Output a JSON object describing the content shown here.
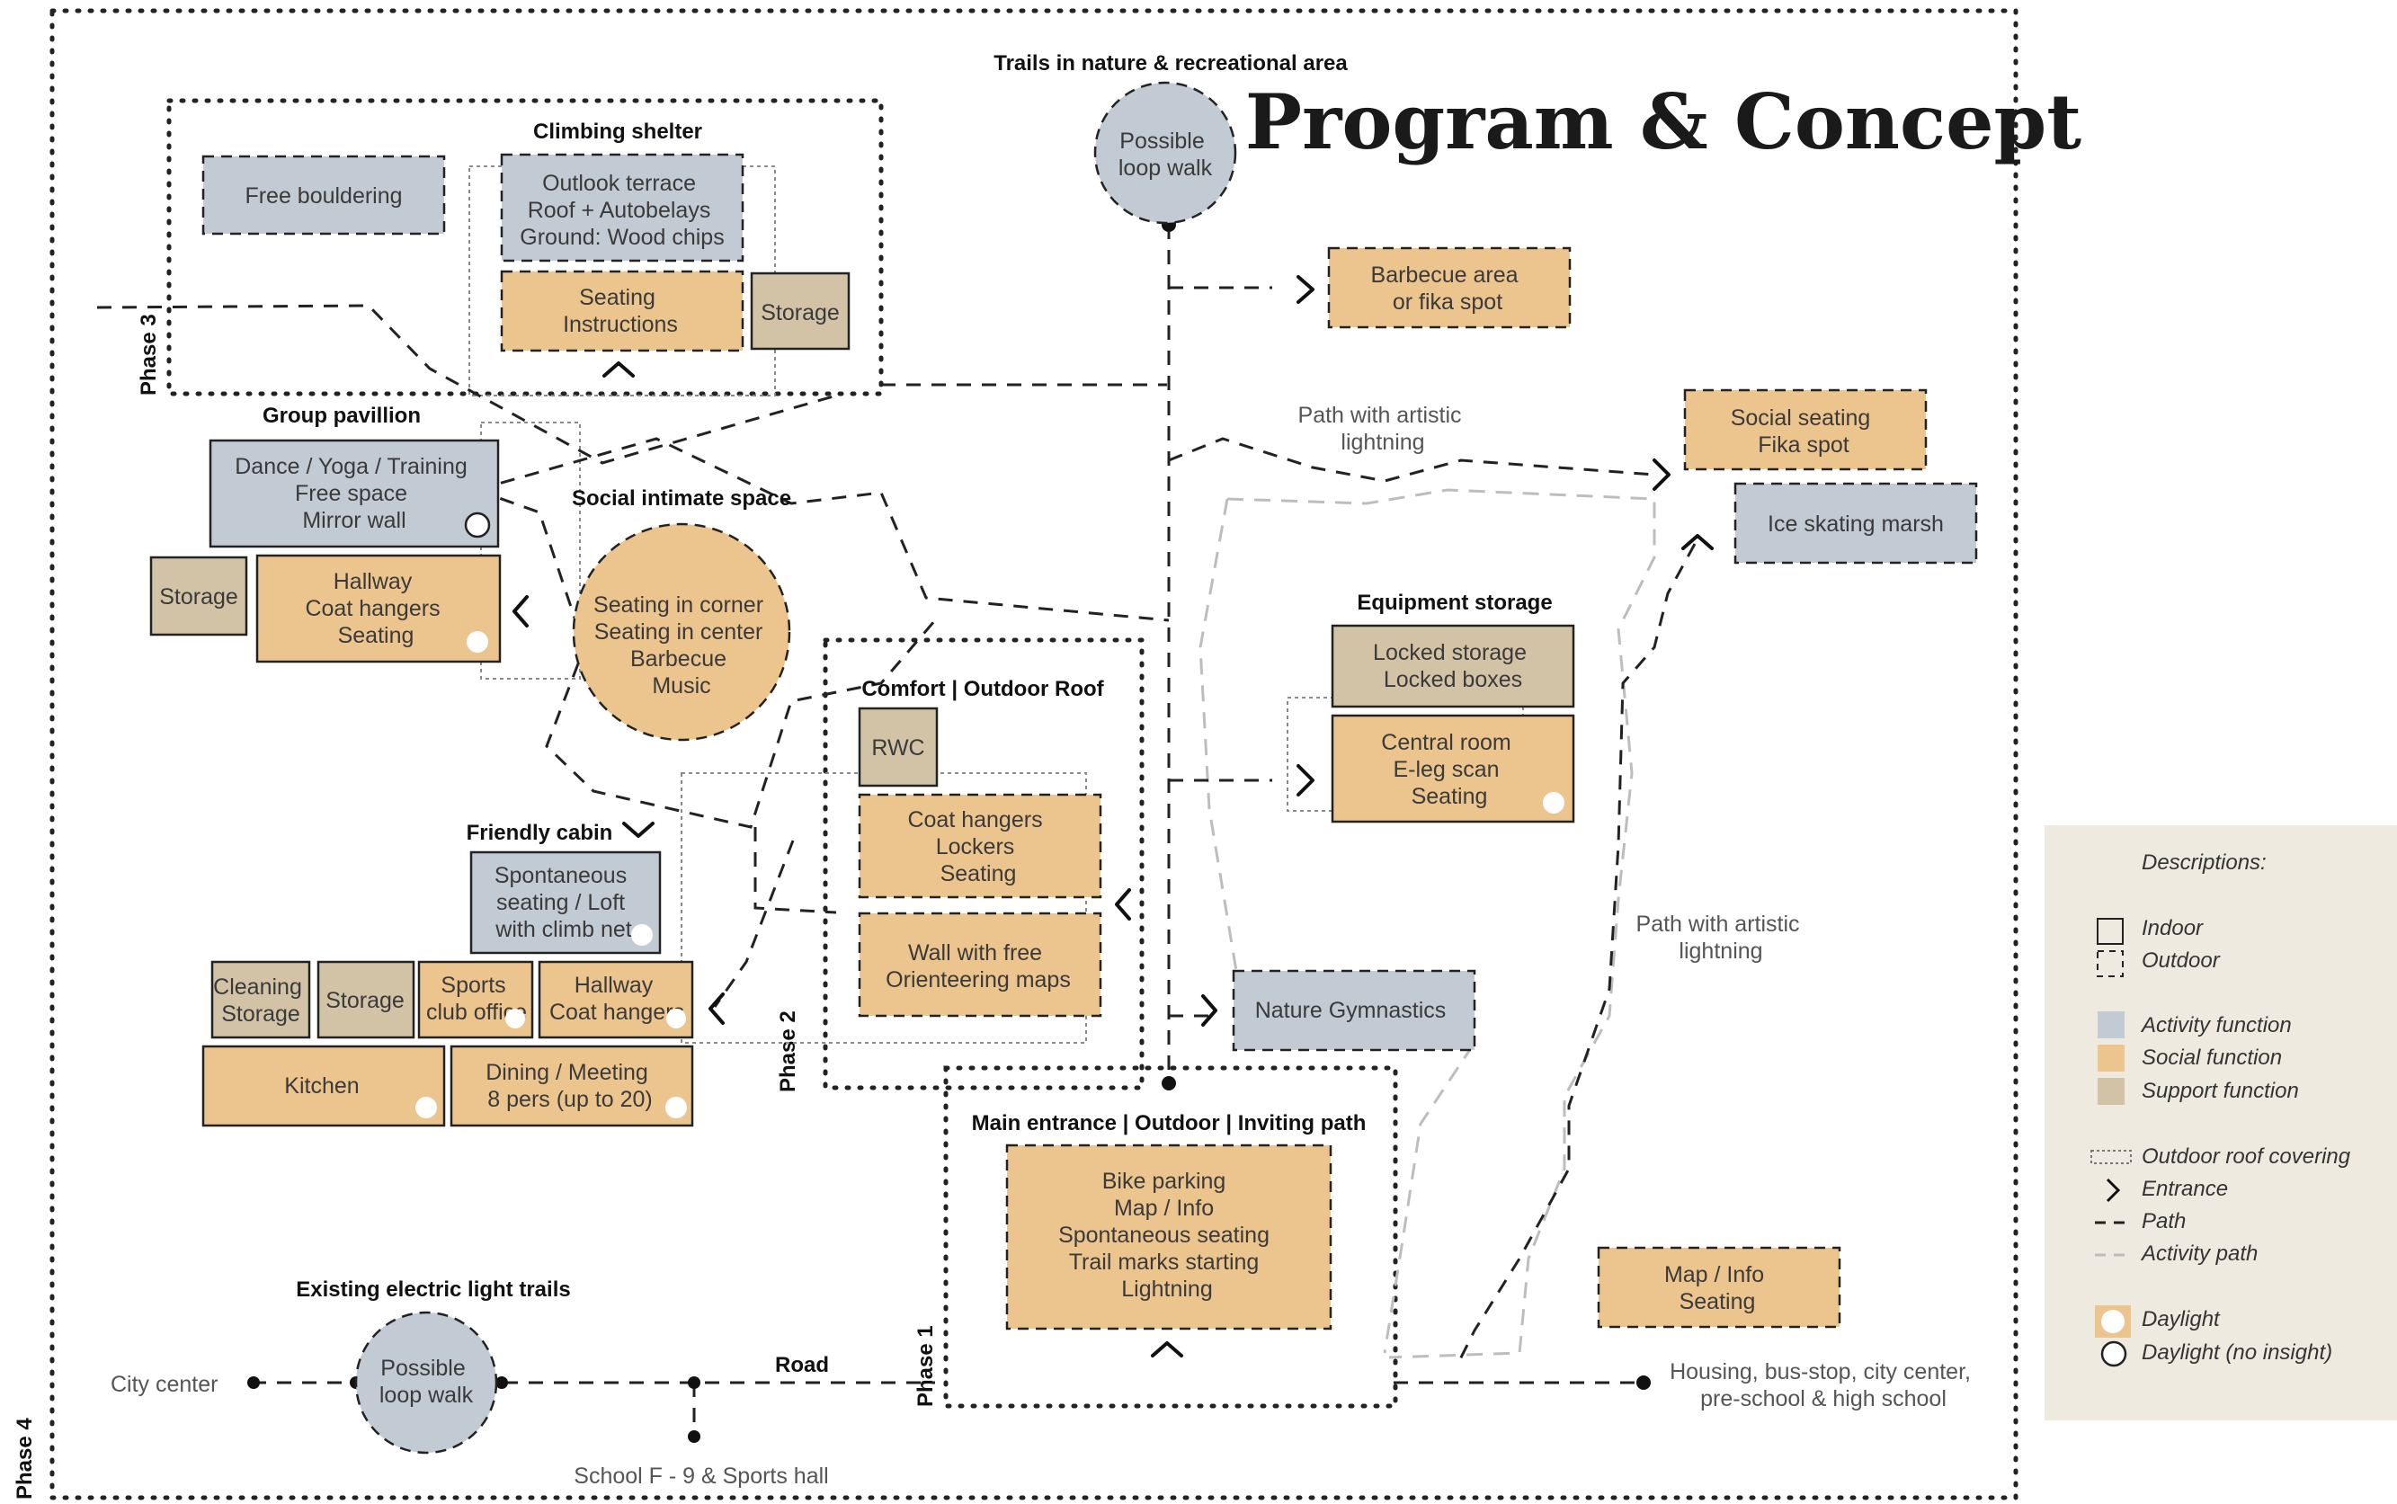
{
  "title": "Program & Concept",
  "colors": {
    "activity": "#c2cbd3",
    "social": "#ecc48d",
    "support": "#d3c3a6",
    "legend_bg": "#efeadf",
    "line": "#222222"
  },
  "phases": {
    "p1": "Phase 1",
    "p2": "Phase 2",
    "p3": "Phase 3",
    "p4": "Phase 4"
  },
  "sections": {
    "trails": "Trails in nature & recreational area",
    "climbing": "Climbing shelter",
    "group": "Group pavillion",
    "social_space": "Social intimate space",
    "comfort": "Comfort | Outdoor Roof",
    "friendly": "Friendly cabin",
    "equipment": "Equipment storage",
    "main_entrance": "Main entrance | Outdoor | Inviting path",
    "light_trails": "Existing electric light trails"
  },
  "boxes": {
    "free_bouldering": [
      "Free bouldering"
    ],
    "outlook": [
      "Outlook terrace",
      "Roof + Autobelays",
      "Ground: Wood chips"
    ],
    "seating_instr": [
      "Seating",
      "Instructions"
    ],
    "storage_climb": [
      "Storage"
    ],
    "loop_top": [
      "Possible",
      "loop walk"
    ],
    "barbecue": [
      "Barbecue area",
      "or fika spot"
    ],
    "social_seating": [
      "Social seating",
      "Fika spot"
    ],
    "ice_skating": [
      "Ice skating marsh"
    ],
    "dance": [
      "Dance / Yoga / Training",
      "Free space",
      "Mirror wall"
    ],
    "storage_group": [
      "Storage"
    ],
    "hallway_group": [
      "Hallway",
      "Coat hangers",
      "Seating"
    ],
    "social_circle": [
      "Seating in corner",
      "Seating in center",
      "Barbecue",
      "Music"
    ],
    "rwc": [
      "RWC"
    ],
    "coat_lockers": [
      "Coat hangers",
      "Lockers",
      "Seating"
    ],
    "wall_maps": [
      "Wall with free",
      "Orienteering maps"
    ],
    "locked": [
      "Locked storage",
      "Locked boxes"
    ],
    "central": [
      "Central room",
      "E-leg scan",
      "Seating"
    ],
    "nature_gym": [
      "Nature Gymnastics"
    ],
    "spontaneous": [
      "Spontaneous",
      "seating / Loft",
      "with climb net"
    ],
    "cleaning": [
      "Cleaning",
      "Storage"
    ],
    "storage_cabin": [
      "Storage"
    ],
    "sports_office": [
      "Sports",
      "club office"
    ],
    "hallway_cabin": [
      "Hallway",
      "Coat hangers"
    ],
    "kitchen": [
      "Kitchen"
    ],
    "dining": [
      "Dining / Meeting",
      "8 pers (up to 20)"
    ],
    "main_box": [
      "Bike parking",
      "Map / Info",
      "Spontaneous seating",
      "Trail marks starting",
      "Lightning"
    ],
    "map_info": [
      "Map / Info",
      "Seating"
    ],
    "loop_bottom": [
      "Possible",
      "loop walk"
    ]
  },
  "labels": {
    "path_artistic_1": [
      "Path with artistic",
      "lightning"
    ],
    "path_artistic_2": [
      "Path with artistic",
      "lightning"
    ],
    "city_center": "City center",
    "road": "Road",
    "school": "School F - 9 & Sports hall",
    "housing": [
      "Housing, bus-stop, city center,",
      "pre-school & high school"
    ]
  },
  "legend": {
    "heading": "Descriptions:",
    "indoor": "Indoor",
    "outdoor": "Outdoor",
    "activity": "Activity function",
    "social": "Social function",
    "support": "Support function",
    "roof": "Outdoor roof covering",
    "entrance": "Entrance",
    "path": "Path",
    "activity_path": "Activity path",
    "daylight": "Daylight",
    "daylight_no": "Daylight (no insight)"
  }
}
